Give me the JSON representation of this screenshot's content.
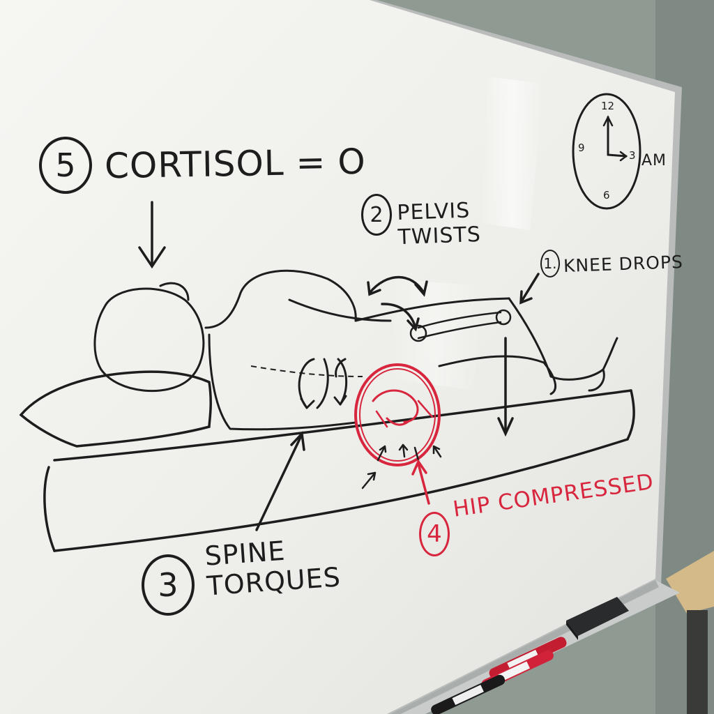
{
  "whiteboard": {
    "steps": [
      {
        "number": "5",
        "text": "CORTISOL = O"
      },
      {
        "number": "2",
        "text": "PELVIS\nTWISTS"
      },
      {
        "number": "1.",
        "text": "KNEE DROPS"
      },
      {
        "number": "3",
        "text": "SPINE\nTORQUES"
      },
      {
        "number": "4",
        "text": "HIP COMPRESSED"
      }
    ],
    "clock": {
      "numerals": {
        "twelve": "12",
        "three": "3",
        "six": "6",
        "nine": "9"
      },
      "suffix": "AM"
    }
  },
  "colors": {
    "black_marker": "#1d1d1d",
    "red_marker": "#d7263d",
    "board_white": "#f4f4f1",
    "wall": "#8f9a93"
  },
  "icons": {
    "sleeper": "side-sleeper-figure-icon",
    "hip": "hip-joint-icon",
    "clock": "wall-clock-icon",
    "eraser": "eraser-icon",
    "markers": "marker-icon"
  }
}
